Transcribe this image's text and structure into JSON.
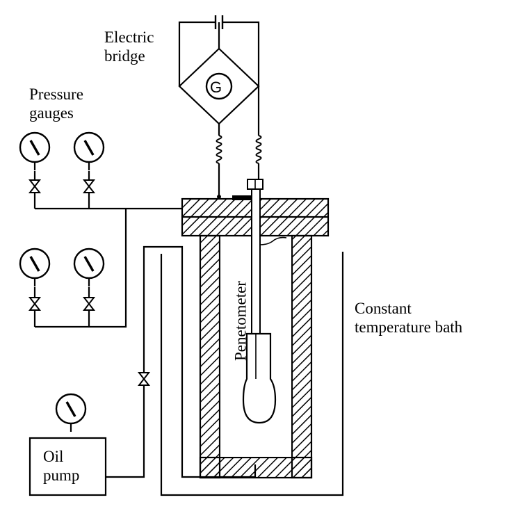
{
  "labels": {
    "electric_bridge": [
      "Electric",
      "bridge"
    ],
    "pressure_gauges": [
      "Pressure",
      "gauges"
    ],
    "constant_temperature_bath": [
      "Constant",
      "temperature bath"
    ],
    "penetometer": "Penetometer",
    "oil_pump": [
      "Oil",
      "pump"
    ],
    "galvanometer": "G"
  },
  "icons": {
    "gauge": "pressure-gauge-icon",
    "valve": "valve-icon",
    "coil": "coil-icon",
    "capacitor": "capacitor-icon"
  },
  "colors": {
    "ink": "#000000",
    "background": "#ffffff"
  }
}
